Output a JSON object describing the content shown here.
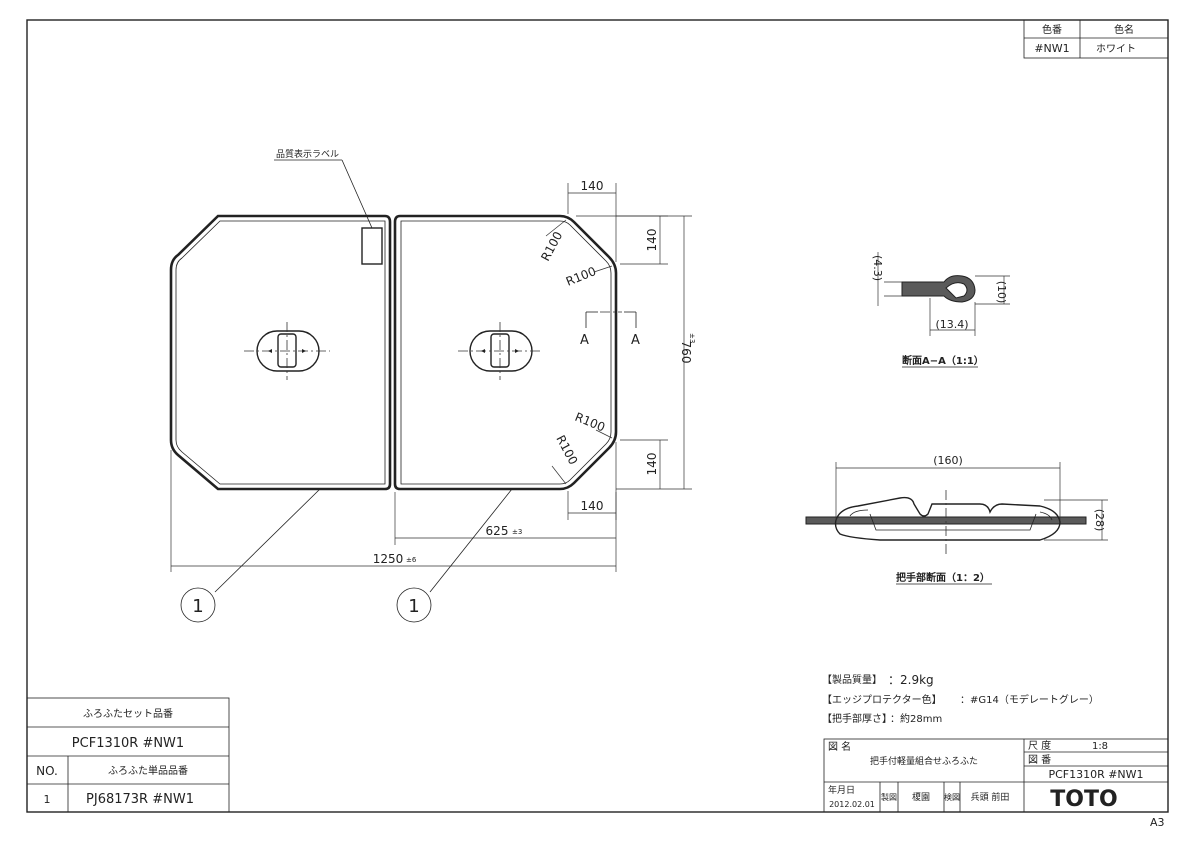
{
  "color_table": {
    "header_code": "色番",
    "header_name": "色名",
    "code": "#NW1",
    "name": "ホワイト"
  },
  "drawing": {
    "label_callout": "品質表示ラベル",
    "dims": {
      "top_corner_h": "140",
      "top_corner_v": "140",
      "bottom_corner_h": "140",
      "bottom_corner_v": "140",
      "radius_1": "R100",
      "radius_2": "R100",
      "radius_3": "R100",
      "radius_4": "R100",
      "height": "760",
      "height_tol": "±3",
      "panel_width": "625",
      "panel_width_tol": "±3",
      "overall_width": "1250",
      "overall_width_tol": "±6"
    },
    "section_mark": "A",
    "part_balloon": "1"
  },
  "section_aa": {
    "dim_thickness": "(4.3)",
    "dim_height": "(10)",
    "dim_width": "(13.4)",
    "title": "断面A−A（1:1）"
  },
  "handle_section": {
    "dim_width": "(160)",
    "dim_height": "(28)",
    "title": "把手部断面（1：2）"
  },
  "notes": [
    {
      "label": "【製品質量】",
      "value": "：2.9kg"
    },
    {
      "label": "【エッジプロテクター色】",
      "value": "：#G14（モデレートグレー）"
    },
    {
      "label": "【把手部厚さ】",
      "value": "：約28mm"
    }
  ],
  "parts_table": {
    "set_header": "ふろふたセット品番",
    "set_number": "PCF1310R  #NW1",
    "no_header": "NO.",
    "single_header": "ふろふた単品品番",
    "rows": [
      {
        "no": "1",
        "part": "PJ68173R  #NW1"
      }
    ]
  },
  "title_block": {
    "name_label": "図 名",
    "name_value": "把手付軽量組合せふろふた",
    "scale_label": "尺 度",
    "scale_value": "1:8",
    "number_label": "図 番",
    "number_value": "PCF1310R  #NW1",
    "date_label": "年月日",
    "date_value": "2012.02.01",
    "drawn_label": "製図",
    "drawn_value": "榎園",
    "checked_label": "検図",
    "checked_value": "兵頭 前田",
    "brand": "TOTO"
  },
  "sheet_size": "A3"
}
